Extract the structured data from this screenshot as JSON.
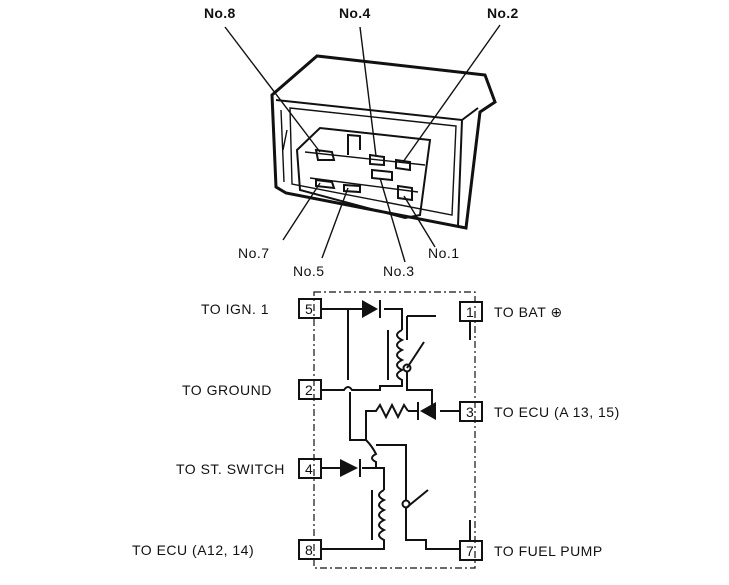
{
  "connector": {
    "labels": {
      "no8": "No.8",
      "no4": "No.4",
      "no2": "No.2",
      "no7": "No.7",
      "no5": "No.5",
      "no3": "No.3",
      "no1": "No.1"
    }
  },
  "schematic": {
    "terminals": {
      "t5": {
        "num": "5",
        "label": "TO IGN. 1"
      },
      "t2": {
        "num": "2",
        "label": "TO GROUND"
      },
      "t4": {
        "num": "4",
        "label": "TO ST. SWITCH"
      },
      "t8": {
        "num": "8",
        "label": "TO ECU (A12, 14)"
      },
      "t1": {
        "num": "1",
        "label": "TO BAT ⊕"
      },
      "t3": {
        "num": "3",
        "label": "TO ECU (A 13, 15)"
      },
      "t7": {
        "num": "7",
        "label": "TO FUEL PUMP"
      }
    }
  }
}
